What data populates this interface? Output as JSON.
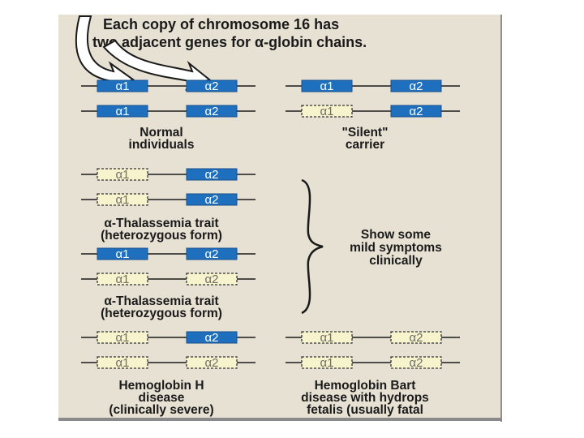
{
  "title": {
    "line1": "Each copy of chromosome 16 has",
    "line2": "two adjacent genes for α-globin chains."
  },
  "colors": {
    "panel_bg": "#e7e1d4",
    "gene_active": "#1f6fbf",
    "gene_deleted": "#f7f3cc",
    "arrow_fill": "#ffffff",
    "text": "#1a1a1a"
  },
  "genotypes": [
    {
      "id": "normal",
      "caption": [
        "Normal",
        "individuals"
      ],
      "chromosomes": [
        [
          {
            "label": "α1",
            "active": true
          },
          {
            "label": "α2",
            "active": true
          }
        ],
        [
          {
            "label": "α1",
            "active": true
          },
          {
            "label": "α2",
            "active": true
          }
        ]
      ]
    },
    {
      "id": "silent-carrier",
      "caption": [
        "\"Silent\"",
        "carrier"
      ],
      "chromosomes": [
        [
          {
            "label": "α1",
            "active": true
          },
          {
            "label": "α2",
            "active": true
          }
        ],
        [
          {
            "label": "α1",
            "active": false
          },
          {
            "label": "α2",
            "active": true
          }
        ]
      ]
    },
    {
      "id": "trait-heterozygous",
      "caption": [
        "α-Thalassemia trait",
        "(heterozygous form)"
      ],
      "chromosomes": [
        [
          {
            "label": "α1",
            "active": false
          },
          {
            "label": "α2",
            "active": true
          }
        ],
        [
          {
            "label": "α1",
            "active": false
          },
          {
            "label": "α2",
            "active": true
          }
        ]
      ]
    },
    {
      "id": "trait-homozygous",
      "caption": [
        "α-Thalassemia trait",
        "(heterozygous form)"
      ],
      "chromosomes": [
        [
          {
            "label": "α1",
            "active": true
          },
          {
            "label": "α2",
            "active": true
          }
        ],
        [
          {
            "label": "α1",
            "active": false
          },
          {
            "label": "α2",
            "active": false
          }
        ]
      ]
    },
    {
      "id": "hemoglobin-h",
      "caption": [
        "Hemoglobin H",
        "disease",
        "(clinically severe)"
      ],
      "chromosomes": [
        [
          {
            "label": "α1",
            "active": false
          },
          {
            "label": "α2",
            "active": true
          }
        ],
        [
          {
            "label": "α1",
            "active": false
          },
          {
            "label": "α2",
            "active": false
          }
        ]
      ]
    },
    {
      "id": "hemoglobin-bart",
      "caption": [
        "Hemoglobin Bart",
        "disease with hydrops",
        "fetalis (usually fatal"
      ],
      "chromosomes": [
        [
          {
            "label": "α1",
            "active": false
          },
          {
            "label": "α2",
            "active": false
          }
        ],
        [
          {
            "label": "α1",
            "active": false
          },
          {
            "label": "α2",
            "active": false
          }
        ]
      ]
    }
  ],
  "brace_note": [
    "Show some",
    "mild symptoms",
    "clinically"
  ]
}
